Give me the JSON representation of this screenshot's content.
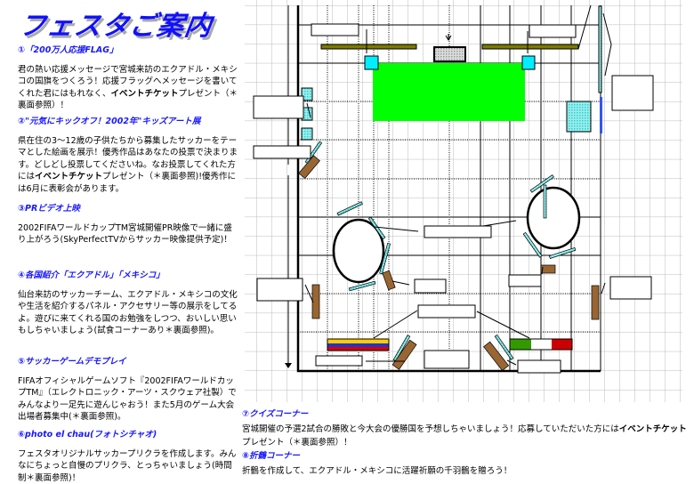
{
  "title": "フェスタご案内",
  "sections": [
    {
      "heading": "①「200万人応援FLAG」",
      "body_pre": "君の熱い応援メッセージで宮城来訪のエクアドル・メキシコの国旗をつくろう！応援フラッグへメッセージを書いてくれた君にはもれなく、",
      "bold": "イベントチケット",
      "body_post": "プレゼント（＊裏面参照）！"
    },
    {
      "heading": "②\"元気にキックオフ！2002年\"キッズアート展",
      "body_pre": "県在住の3〜12歳の子供たちから募集したサッカーをテーマとした絵画を展示！優秀作品はあなたの投票で決まります。どしどし投票してくださいね。なお投票してくれた方には",
      "bold": "イベントチケット",
      "body_post": "プレゼント（＊裏面参照)!優秀作には6月に表彰会があります。"
    },
    {
      "heading": "③PRビデオ上映",
      "body_pre": "2002FIFAワールドカップTM宮城開催PR映像で一緒に盛り上がろう(SkyPerfectTVからサッカー映像提供予定)！",
      "bold": "",
      "body_post": ""
    },
    {
      "heading": "④各国紹介「エクアドル」「メキシコ」",
      "body_pre": "仙台来訪のサッカーチーム、エクアドル・メキシコの文化や生活を紹介するパネル・アクセサリー等の展示をしてるよ。遊びに来てくれる国のお勉強をしつつ、おいしい思いもしちゃいましょう(試食コーナーあり＊裏面参照)。",
      "bold": "",
      "body_post": ""
    },
    {
      "heading": "⑤サッカーゲームデモプレイ",
      "body_pre": "FIFAオフィシャルゲームソフト『2002FIFAワールドカップTM』（エレクトロニック・アーツ・スクウェア社製）でみんなより一足先に遊んじゃおう！また5月のゲーム大会出場者募集中(＊裏面参照)。",
      "bold": "",
      "body_post": ""
    },
    {
      "heading": "⑥photo el chau(フォトシチャオ)",
      "body_pre": "フェスタオリジナルサッカープリクラを作成します。みんなにちょっと自慢のプリクラ、とっちゃいましょう(時間制＊裏面参照)！",
      "bold": "",
      "body_post": ""
    }
  ],
  "bottom": [
    {
      "heading": "⑦クイズコーナー",
      "body_pre": "宮城開催の予選2試合の勝敗と今大会の優勝国を予想しちゃいましょう！応募していただいた方には",
      "bold": "イベントチケット",
      "body_post": "プレゼント（＊裏面参照）！"
    },
    {
      "heading": "⑧折鶴コーナー",
      "body_pre": "折鶴を作成して、エクアドル・メキシコに活躍祈願の千羽鶴を贈ろう！",
      "bold": "",
      "body_post": ""
    }
  ],
  "colors": {
    "heading": "#1818ff",
    "field": "#00ff00",
    "olive": "#7a7a00",
    "brown": "#996633",
    "cyan": "#33eeff"
  }
}
